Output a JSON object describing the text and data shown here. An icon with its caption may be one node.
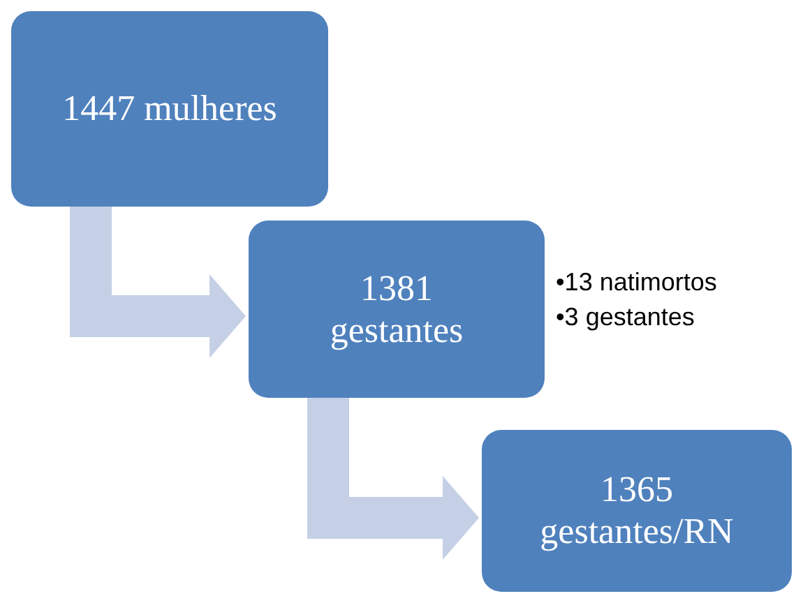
{
  "diagram": {
    "nodes": [
      {
        "text": [
          "1447 mulheres"
        ]
      },
      {
        "text": [
          "1381 gestantes"
        ],
        "beside": [
          "•13 natimortos",
          "•3 gestantes"
        ]
      },
      {
        "text": [
          "1365 gestantes/RN"
        ]
      }
    ],
    "edges": [
      {
        "from": 0,
        "to": 1,
        "arrow": "to"
      },
      {
        "from": 1,
        "to": 2,
        "arrow": "to"
      }
    ]
  }
}
